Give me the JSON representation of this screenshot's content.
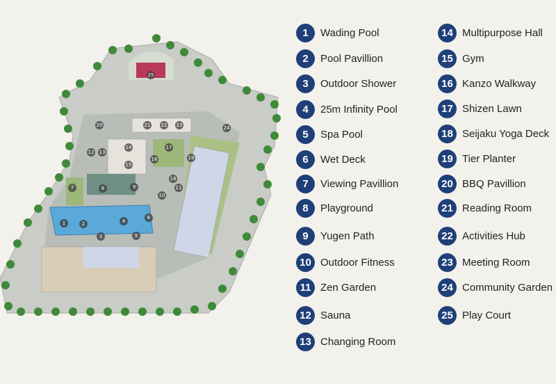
{
  "colors": {
    "badge": "#1f3f78",
    "badge_text": "#ffffff",
    "label_text": "#222222",
    "background": "#f3f1ec",
    "site_ground": "#b8bdb8",
    "lawn": "#9cb87a",
    "pool": "#5aa9d8",
    "play_court": "#b8395a",
    "tree": "#3f8a3a"
  },
  "legend": {
    "left_column": [
      {
        "num": "1",
        "label": "Wading Pool"
      },
      {
        "num": "2",
        "label": "Pool Pavillion"
      },
      {
        "num": "3",
        "label": "Outdoor Shower"
      },
      {
        "num": "4",
        "label": "25m Infinity Pool"
      },
      {
        "num": "5",
        "label": "Spa Pool"
      },
      {
        "num": "6",
        "label": "Wet Deck"
      },
      {
        "num": "7",
        "label": "Viewing Pavillion"
      },
      {
        "num": "8",
        "label": "Playground"
      },
      {
        "num": "9",
        "label": "Yugen Path"
      },
      {
        "num": "10",
        "label": "Outdoor Fitness"
      },
      {
        "num": "11",
        "label": "Zen Garden"
      },
      {
        "num": "12",
        "label": "Sauna"
      },
      {
        "num": "13",
        "label": "Changing Room"
      }
    ],
    "right_column": [
      {
        "num": "14",
        "label": "Multipurpose Hall"
      },
      {
        "num": "15",
        "label": "Gym"
      },
      {
        "num": "16",
        "label": "Kanzo Walkway"
      },
      {
        "num": "17",
        "label": "Shizen Lawn"
      },
      {
        "num": "18",
        "label": "Seijaku Yoga Deck"
      },
      {
        "num": "19",
        "label": "Tier Planter"
      },
      {
        "num": "20",
        "label": "BBQ Pavillion"
      },
      {
        "num": "21",
        "label": "Reading Room"
      },
      {
        "num": "22",
        "label": "Activities Hub"
      },
      {
        "num": "23",
        "label": "Meeting Room"
      },
      {
        "num": "24",
        "label": "Community Garden"
      },
      {
        "num": "25",
        "label": "Play Court"
      }
    ]
  },
  "map_markers": [
    "1",
    "2",
    "3",
    "4",
    "5",
    "6",
    "7",
    "8",
    "9",
    "10",
    "11",
    "12",
    "13",
    "14",
    "15",
    "16",
    "17",
    "18",
    "19",
    "20",
    "21",
    "22",
    "23",
    "24",
    "25"
  ]
}
